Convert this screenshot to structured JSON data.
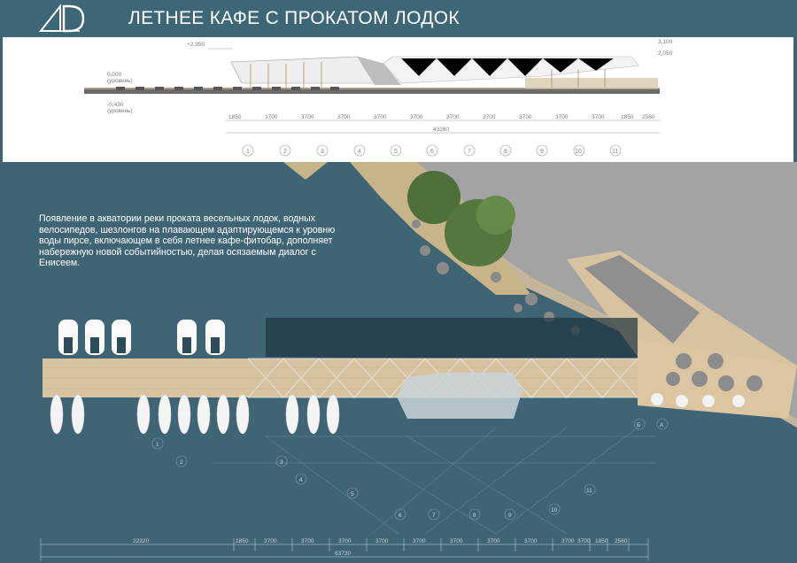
{
  "header": {
    "title": "ЛЕТНЕЕ КАФЕ С ПРОКАТОМ ЛОДОК"
  },
  "description": "Появление в акватории реки проката весельных лодок, водных велосипедов, шезлонгов на плавающем адаптирующемся к уровню воды пирсе, включающем в себя летнее кафе-фитобар, дополняет набережную новой событийностью, делая осязаемым диалог с Енисеем.",
  "elevation": {
    "marks": [
      "+2,950",
      "0,000",
      "(уровень)",
      "-0,430",
      "(уровень)",
      "3,100",
      "2,050"
    ],
    "bay_dims": [
      "1850",
      "3700",
      "3700",
      "3700",
      "3700",
      "3700",
      "3700",
      "3700",
      "3700",
      "3700",
      "3700",
      "1850",
      "2560"
    ],
    "total": "43260",
    "axes": [
      "1",
      "2",
      "3",
      "4",
      "5",
      "6",
      "7",
      "8",
      "9",
      "10",
      "11"
    ]
  },
  "plan": {
    "dims": [
      "22320",
      "1850",
      "3700",
      "3700",
      "3700",
      "3700",
      "3700",
      "3700",
      "3700",
      "3700",
      "3700",
      "3700",
      "1850",
      "2560"
    ],
    "total": "63730",
    "axes": [
      "1",
      "2",
      "3",
      "4",
      "5",
      "6",
      "7",
      "8",
      "9",
      "10",
      "11",
      "А",
      "Б"
    ]
  },
  "colors": {
    "header": "#3d6677",
    "water": "#3f6474",
    "deck": "#d8c3a0",
    "shore": "#9a9a9a"
  },
  "icons": {
    "logo": "ad-monogram-logo"
  }
}
